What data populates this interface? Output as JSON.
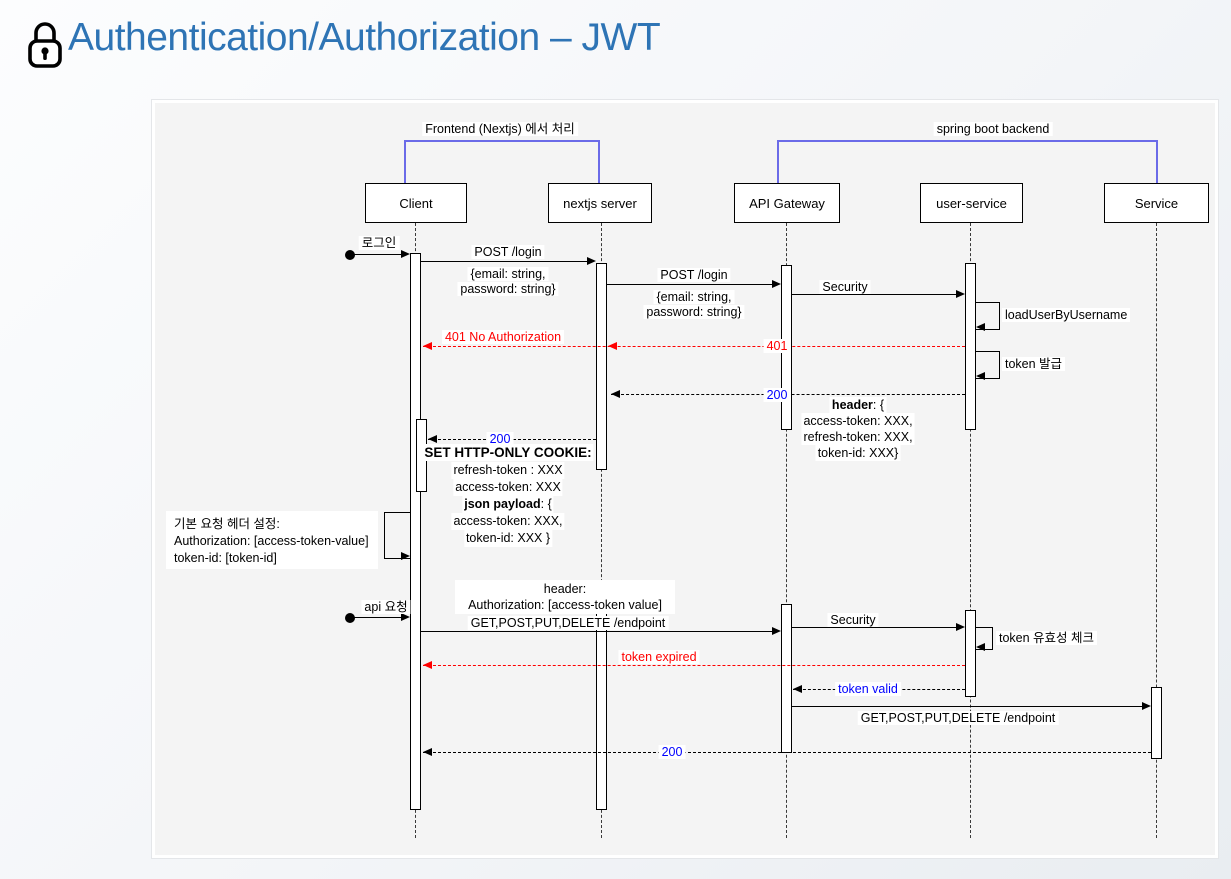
{
  "title": "Authentication/Authorization – JWT",
  "colors": {
    "title_blue": "#2E74B5",
    "bracket_blue": "#6B6BE8",
    "error_red": "#FF0000",
    "info_blue": "#0000FF"
  },
  "groups": {
    "frontend": "Frontend (Nextjs) 에서 처리",
    "backend": "spring boot backend"
  },
  "participants": {
    "client": "Client",
    "nextjs": "nextjs server",
    "gateway": "API Gateway",
    "user_service": "user-service",
    "service": "Service"
  },
  "messages": {
    "login": "로그인",
    "post_login_1": "POST /login",
    "post_login_1_body_1": "{email: string,",
    "post_login_1_body_2": "password: string}",
    "post_login_2": "POST /login",
    "post_login_2_body_1": "{email: string,",
    "post_login_2_body_2": "password: string}",
    "security_1": "Security",
    "load_user": "loadUserByUsername",
    "err_401_full": "401 No Authorization",
    "err_401": "401",
    "token_issue": "token 발급",
    "ok_200_a": "200",
    "ok_200_b": "200",
    "ok_200_c": "200",
    "api_request": "api 요청",
    "get_endpoint_1": "GET,POST,PUT,DELETE /endpoint",
    "security_2": "Security",
    "token_check": "token 유효성 체크",
    "token_expired": "token expired",
    "token_valid": "token valid",
    "get_endpoint_2": "GET,POST,PUT,DELETE /endpoint"
  },
  "notes": {
    "response_header": {
      "bold": "header",
      "rest": ": {",
      "line2": "access-token: XXX,",
      "line3": "refresh-token: XXX,",
      "line4": "token-id: XXX}"
    },
    "set_cookie": {
      "line1": "SET HTTP-ONLY COOKIE:",
      "line2": "refresh-token : XXX",
      "line3": "access-token: XXX",
      "line4_bold": "json payload",
      "line4_rest": ": {",
      "line5": "access-token: XXX,",
      "line6": "token-id: XXX }"
    },
    "default_header": {
      "line1": "기본 요청 헤더 설정:",
      "line2": "Authorization:  [access-token-value]",
      "line3": "token-id: [token-id]"
    },
    "api_header": {
      "line1": "header:",
      "line2": "Authorization: [access-token value]"
    }
  }
}
